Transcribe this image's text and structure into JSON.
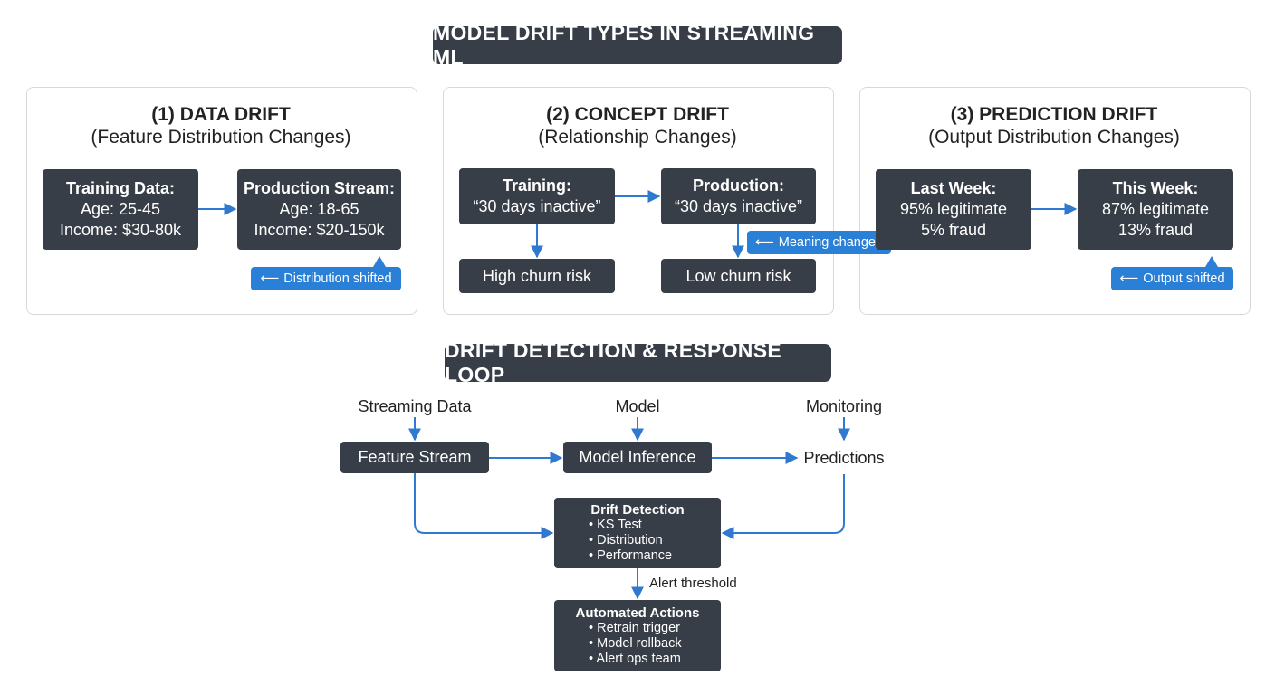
{
  "title": "MODEL DRIFT TYPES IN STREAMING ML",
  "panels": [
    {
      "heading": "(1) DATA DRIFT",
      "subheading": "(Feature Distribution Changes)",
      "left_box": {
        "title": "Training Data:",
        "lines": [
          "Age: 25-45",
          "Income: $30-80k"
        ]
      },
      "right_box": {
        "title": "Production Stream:",
        "lines": [
          "Age: 18-65",
          "Income: $20-150k"
        ]
      },
      "callout": "Distribution shifted"
    },
    {
      "heading": "(2) CONCEPT DRIFT",
      "subheading": "(Relationship Changes)",
      "left_box": {
        "title": "Training:",
        "lines": [
          "“30 days inactive”"
        ]
      },
      "right_box": {
        "title": "Production:",
        "lines": [
          "“30 days inactive”"
        ]
      },
      "left_outcome": "High churn risk",
      "right_outcome": "Low churn risk",
      "callout": "Meaning changed"
    },
    {
      "heading": "(3) PREDICTION DRIFT",
      "subheading": "(Output Distribution Changes)",
      "left_box": {
        "title": "Last Week:",
        "lines": [
          "95% legitimate",
          "5% fraud"
        ]
      },
      "right_box": {
        "title": "This Week:",
        "lines": [
          "87% legitimate",
          "13% fraud"
        ]
      },
      "callout": "Output shifted"
    }
  ],
  "loop": {
    "title": "DRIFT DETECTION & RESPONSE LOOP",
    "sources": [
      "Streaming Data",
      "Model",
      "Monitoring"
    ],
    "feature_stream": "Feature Stream",
    "model_inference": "Model Inference",
    "predictions": "Predictions",
    "drift_detection": {
      "title": "Drift Detection",
      "items": [
        "KS Test",
        "Distribution",
        "Performance"
      ]
    },
    "alert_label": "Alert threshold",
    "automated_actions": {
      "title": "Automated Actions",
      "items": [
        "Retrain trigger",
        "Model rollback",
        "Alert ops team"
      ]
    }
  },
  "colors": {
    "box": "#383e47",
    "accent": "#2a7fd6",
    "border": "#d6d8dc"
  }
}
